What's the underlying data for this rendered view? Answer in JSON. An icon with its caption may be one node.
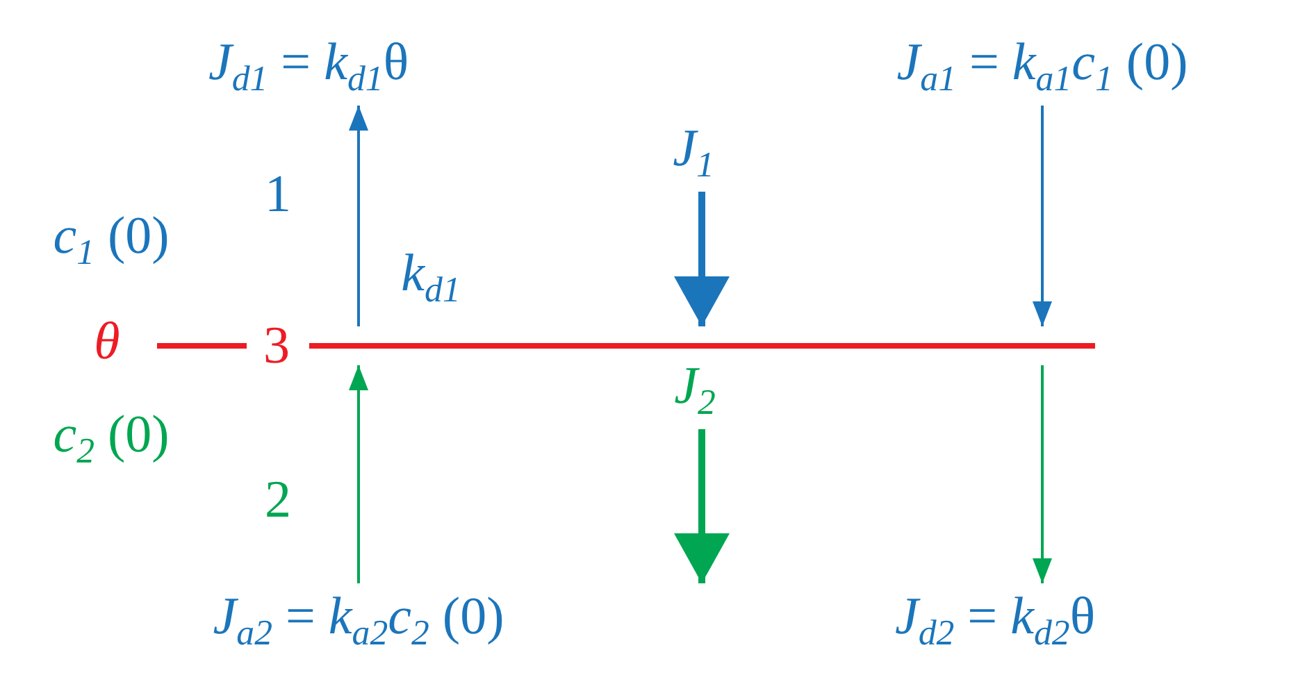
{
  "diagram": {
    "nodes": [
      {
        "text": [
          "*J*$_{d1}$ = *k*$_{d1}$θ"
        ]
      },
      {
        "text": [
          "*J*$_{a1}$ = *k*$_{a1}$*c*$_{1}$ (0)"
        ]
      },
      {
        "text": [
          "*J*$_{1}$"
        ]
      },
      {
        "text": [
          "3"
        ],
        "beside": [
          "θ"
        ]
      },
      {
        "text": [
          "*J*$_{2}$"
        ]
      },
      {
        "text": [
          "*J*$_{a2}$ = *k*$_{a2}$*c*$_{2}$ (0)"
        ]
      },
      {
        "text": [
          "*J*$_{d2}$ = *k*$_{d2}$θ"
        ]
      }
    ],
    "edges": [
      {
        "from": 3,
        "to": 0,
        "arrow": "to",
        "color": "#1b75bb"
      },
      {
        "from": 1,
        "to": 3,
        "arrow": "to",
        "color": "#1b75bb"
      },
      {
        "from": 2,
        "to": 3,
        "arrow": "to",
        "style": "thick",
        "color": "#1b75bb"
      },
      {
        "from": 4,
        "to": null,
        "arrow": "to",
        "style": "thick",
        "color": "#00a651"
      },
      {
        "from": 5,
        "to": 3,
        "arrow": "to",
        "color": "#00a651"
      },
      {
        "from": 3,
        "to": 6,
        "arrow": "to",
        "color": "#00a651"
      }
    ],
    "labels": [
      "1",
      "*c*$_{1}$ (0)",
      "*k*$_{d1}$",
      "*c*$_{2}$ (0)",
      "2"
    ]
  }
}
